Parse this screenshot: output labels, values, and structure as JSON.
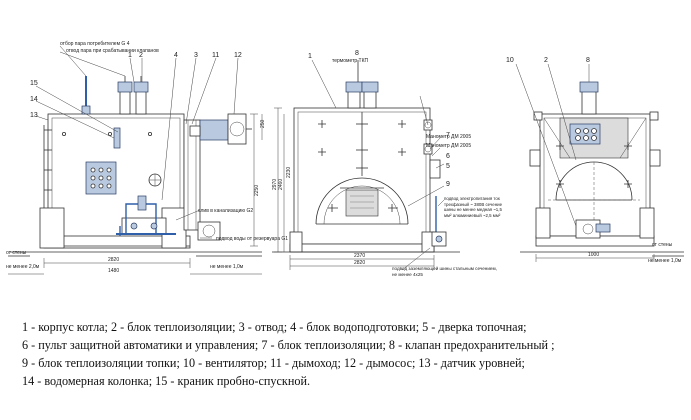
{
  "views": {
    "left": {
      "labels": {
        "steam_out": "отбор пара потребителем G 4",
        "steam_valves": "отвод пара при срабатывании клапанов",
        "drain": "слив в канализацию G2",
        "water_in": "подвод воды от резервуара G1",
        "from_wall": "от стены",
        "min_2": "не менее 2,0м",
        "min_1": "не менее 1,0м"
      },
      "callouts": [
        "1",
        "2",
        "3",
        "4",
        "11",
        "12",
        "15",
        "14",
        "13"
      ],
      "dims": {
        "d2820": "2820",
        "d1480": "1480",
        "d250": "250",
        "d2250": "2250"
      }
    },
    "middle": {
      "labels": {
        "thermometer": "термометр ТКП",
        "manometer1": "Манометр ДМ 2005",
        "manometer2": "Манометр ДМ 2005",
        "power_line": "подвод электропитания ток трехфазный ~ 380В сечение шины не менее медная ~1,5 мм² алюминиевый ~2,5 мм²",
        "ground": "подвод заземляющей шины стальным сечением, не менее 4х25"
      },
      "callouts": [
        "1",
        "8",
        "7",
        "6",
        "5",
        "9"
      ],
      "dims": {
        "d2370": "2370",
        "d2230": "2230",
        "d2970": "2970",
        "d2460": "2460",
        "d2820": "2820"
      }
    },
    "right": {
      "labels": {
        "from_wall": "от стены",
        "min_1": "не менее 1,0м"
      },
      "callouts": [
        "10",
        "2",
        "8"
      ],
      "dims": {
        "d1000": "1000"
      }
    }
  },
  "legend": [
    "1 - корпус котла; 2 - блок теплоизоляции; 3 - отвод; 4 - блок водоподготовки; 5 - дверка топочная;",
    "6 - пульт защитной автоматики и управления;  7 - блок теплоизоляции; 8 - клапан предохранительный ;",
    "9 - блок теплоизоляции топки; 10 - вентилятор; 11 - дымоход; 12 - дымосос; 13 - датчик уровней;",
    "14 - водомерная колонка; 15 - краник пробно-спускной."
  ]
}
